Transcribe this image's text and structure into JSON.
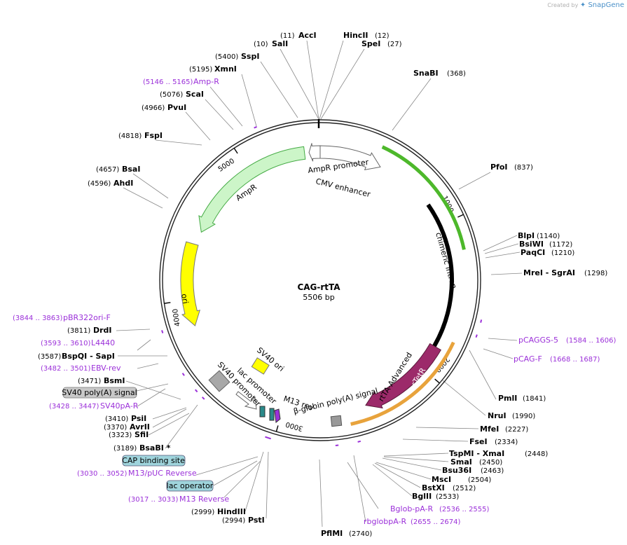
{
  "credit": {
    "prefix": "Created by",
    "brand": "SnapGene"
  },
  "plasmid": {
    "name": "CAG-rtTA",
    "length_label": "5506 bp",
    "length": 5506
  },
  "ticks": [
    {
      "label": "1000",
      "pos": 1000
    },
    {
      "label": "2000",
      "pos": 2000
    },
    {
      "label": "3000",
      "pos": 3000
    },
    {
      "label": "4000",
      "pos": 4000
    },
    {
      "label": "5000",
      "pos": 5000
    }
  ],
  "enzymes": [
    {
      "name": "AccI",
      "pos": "(11)"
    },
    {
      "name": "HincII",
      "pos": "(12)"
    },
    {
      "name": "SalI",
      "pos": "(10)"
    },
    {
      "name": "SpeI",
      "pos": "(27)"
    },
    {
      "name": "SspI",
      "pos": "(5400)"
    },
    {
      "name": "SnaBI",
      "pos": "(368)"
    },
    {
      "name": "XmnI",
      "pos": "(5195)"
    },
    {
      "name": "ScaI",
      "pos": "(5076)"
    },
    {
      "name": "PvuI",
      "pos": "(4966)"
    },
    {
      "name": "FspI",
      "pos": "(4818)"
    },
    {
      "name": "PfoI",
      "pos": "(837)"
    },
    {
      "name": "BsaI",
      "pos": "(4657)"
    },
    {
      "name": "AhdI",
      "pos": "(4596)"
    },
    {
      "name": "BlpI",
      "pos": "(1140)"
    },
    {
      "name": "BsiWI",
      "pos": "(1172)"
    },
    {
      "name": "PaqCI",
      "pos": "(1210)"
    },
    {
      "name": "MreI - SgrAI",
      "pos": "(1298)"
    },
    {
      "name": "DrdI",
      "pos": "(3811)"
    },
    {
      "name": "BspQI - SapI",
      "pos": "(3587)"
    },
    {
      "name": "BsmI",
      "pos": "(3471)"
    },
    {
      "name": "PmlI",
      "pos": "(1841)"
    },
    {
      "name": "NruI",
      "pos": "(1990)"
    },
    {
      "name": "MfeI",
      "pos": "(2227)"
    },
    {
      "name": "FseI",
      "pos": "(2334)"
    },
    {
      "name": "TspMI - XmaI",
      "pos": "(2448)"
    },
    {
      "name": "SmaI",
      "pos": "(2450)"
    },
    {
      "name": "Bsu36I",
      "pos": "(2463)"
    },
    {
      "name": "MscI",
      "pos": "(2504)"
    },
    {
      "name": "BstXI",
      "pos": "(2512)"
    },
    {
      "name": "BglII",
      "pos": "(2533)"
    },
    {
      "name": "PsiI",
      "pos": "(3410)"
    },
    {
      "name": "AvrII",
      "pos": "(3370)"
    },
    {
      "name": "SfiI",
      "pos": "(3323)"
    },
    {
      "name": "BsaBI *",
      "pos": "(3189)"
    },
    {
      "name": "HindIII",
      "pos": "(2999)"
    },
    {
      "name": "PstI",
      "pos": "(2994)"
    },
    {
      "name": "PflMI",
      "pos": "(2740)"
    }
  ],
  "primers": [
    {
      "name": "Amp-R",
      "range": "(5146 .. 5165)"
    },
    {
      "name": "pCAGGS-5",
      "range": "(1584 .. 1606)"
    },
    {
      "name": "pCAG-F",
      "range": "(1668 .. 1687)"
    },
    {
      "name": "pBR322ori-F",
      "range": "(3844 .. 3863)"
    },
    {
      "name": "L4440",
      "range": "(3593 .. 3610)"
    },
    {
      "name": "EBV-rev",
      "range": "(3482 .. 3501)"
    },
    {
      "name": "SV40pA-R",
      "range": "(3428 .. 3447)"
    },
    {
      "name": "M13/pUC Reverse",
      "range": "(3030 .. 3052)"
    },
    {
      "name": "M13 Reverse",
      "range": "(3017 .. 3033)"
    },
    {
      "name": "Bglob-pA-R",
      "range": "(2536 .. 2555)"
    },
    {
      "name": "rbglobpA-R",
      "range": "(2655 .. 2674)"
    }
  ],
  "boxed_features": [
    {
      "name": "SV40 poly(A) signal",
      "color": "#c8c8c8"
    },
    {
      "name": "CAP binding site",
      "color": "#9fd4dc"
    },
    {
      "name": "lac operator",
      "color": "#9fd4dc"
    }
  ],
  "features": [
    {
      "name": "CMV enhancer",
      "color": "#ffffff"
    },
    {
      "name": "AmpR promoter",
      "color": "#ffffff"
    },
    {
      "name": "AmpR",
      "color": "#ccf5c8"
    },
    {
      "name": "chimeric intron",
      "color": "#000000"
    },
    {
      "name": "ori",
      "color": "#ffff00"
    },
    {
      "name": "rTetR",
      "color": "#9c2a6a"
    },
    {
      "name": "rtTA-Advanced",
      "color": "#9c2a6a"
    },
    {
      "name": "β-globin poly(A) signal",
      "color": "#999999"
    },
    {
      "name": "SV40 ori",
      "color": "#ffff00"
    },
    {
      "name": "SV40 promoter",
      "color": "#a8a8a8"
    },
    {
      "name": "lac promoter",
      "color": "#ffffff"
    },
    {
      "name": "M13 rev",
      "color": "#9b30d9"
    }
  ],
  "colors": {
    "primer": "#9b30d9",
    "backbone": "#222222",
    "intron": "#000000",
    "highlight_green": "#4db82b",
    "highlight_orange": "#e8a33c"
  }
}
